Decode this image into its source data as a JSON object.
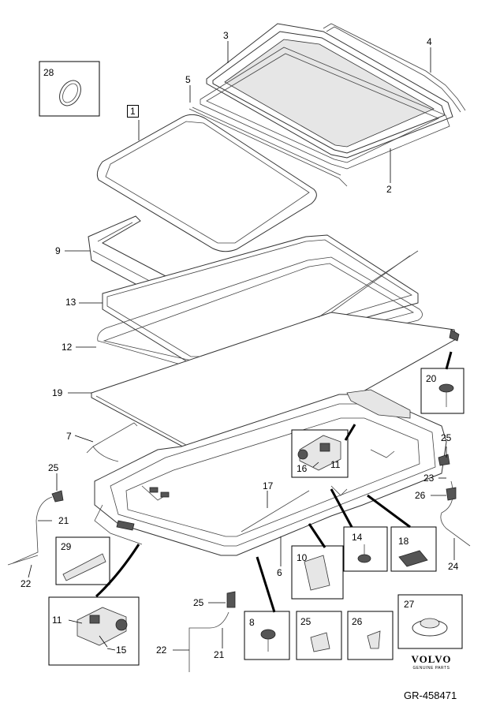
{
  "diagram": {
    "callouts": {
      "c1": "1",
      "c2": "2",
      "c3": "3",
      "c4": "4",
      "c5": "5",
      "c6": "6",
      "c7": "7",
      "c8": "8",
      "c9": "9",
      "c10": "10",
      "c11a": "11",
      "c11b": "11",
      "c12": "12",
      "c13": "13",
      "c14": "14",
      "c15": "15",
      "c16": "16",
      "c17": "17",
      "c18": "18",
      "c19": "19",
      "c20": "20",
      "c21a": "21",
      "c21b": "21",
      "c22a": "22",
      "c22b": "22",
      "c23": "23",
      "c24": "24",
      "c25a": "25",
      "c25b": "25",
      "c25c": "25",
      "c25d": "25",
      "c26a": "26",
      "c26b": "26",
      "c27": "27",
      "c28": "28",
      "c29": "29"
    },
    "brand": {
      "name": "VOLVO",
      "subtitle": "GENUINE PARTS"
    },
    "reference": "GR-458471"
  }
}
